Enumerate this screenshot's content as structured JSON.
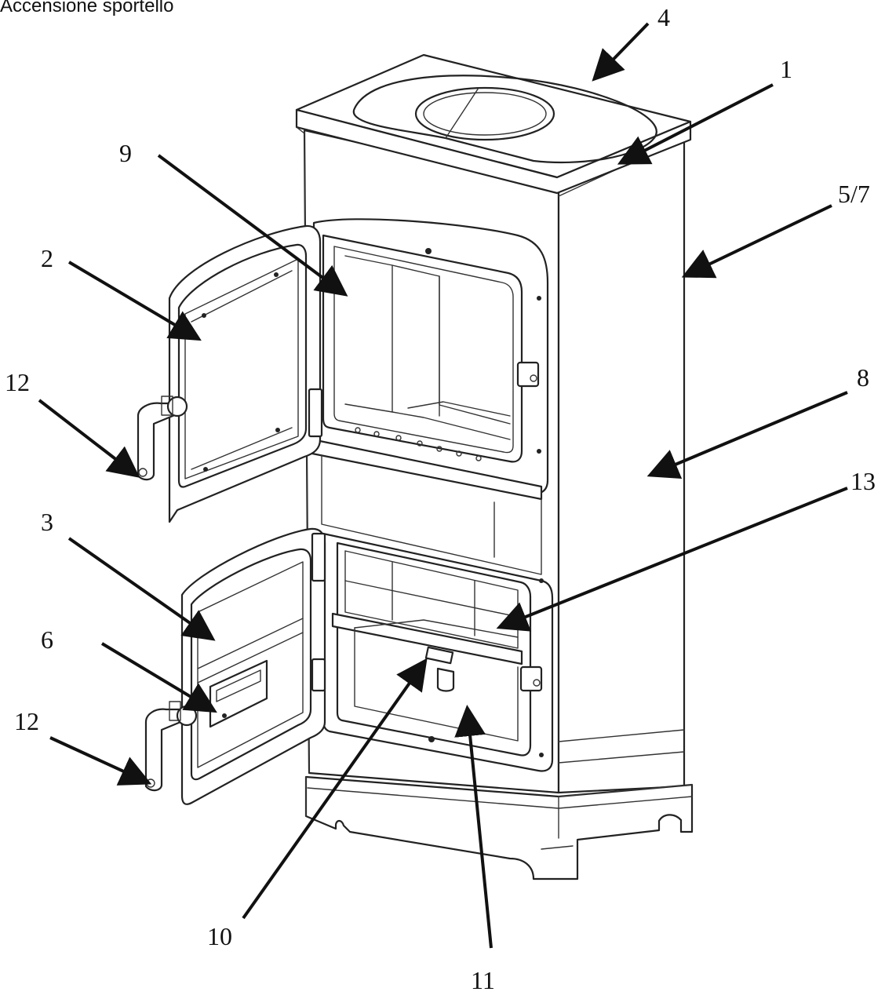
{
  "caption": "Accensione sportello",
  "labels": {
    "l1": "1",
    "l2": "2",
    "l3": "3",
    "l4": "4",
    "l5_7": "5/7",
    "l6": "6",
    "l8": "8",
    "l9": "9",
    "l10": "10",
    "l11": "11",
    "l12a": "12",
    "l12b": "12",
    "l13": "13"
  }
}
